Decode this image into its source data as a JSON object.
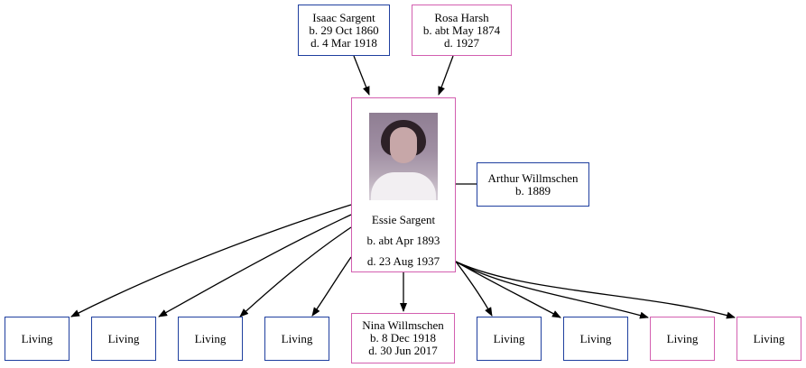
{
  "nodes": {
    "isaac": {
      "name": "Isaac Sargent",
      "birth": "b. 29 Oct 1860",
      "death": "d. 4 Mar 1918",
      "sex": "male"
    },
    "rosa": {
      "name": "Rosa Harsh",
      "birth": "b. abt May 1874",
      "death": "d. 1927",
      "sex": "female"
    },
    "essie": {
      "name": "Essie Sargent",
      "birth": "b. abt Apr 1893",
      "death": "d. 23 Aug 1937",
      "sex": "female"
    },
    "arthur": {
      "name": "Arthur Willmschen",
      "birth": "b. 1889",
      "sex": "male"
    },
    "nina": {
      "name": "Nina Willmschen",
      "birth": "b. 8 Dec 1918",
      "death": "d. 30 Jun 2017",
      "sex": "female"
    },
    "c1": {
      "name": "Living",
      "sex": "male"
    },
    "c2": {
      "name": "Living",
      "sex": "male"
    },
    "c3": {
      "name": "Living",
      "sex": "male"
    },
    "c4": {
      "name": "Living",
      "sex": "male"
    },
    "c6": {
      "name": "Living",
      "sex": "male"
    },
    "c7": {
      "name": "Living",
      "sex": "male"
    },
    "c8": {
      "name": "Living",
      "sex": "female"
    },
    "c9": {
      "name": "Living",
      "sex": "female"
    }
  },
  "colors": {
    "male_border": "#1f3f9f",
    "female_border": "#d35fb0",
    "edge": "#000000"
  },
  "photo": {
    "icon": "portrait-photo"
  }
}
